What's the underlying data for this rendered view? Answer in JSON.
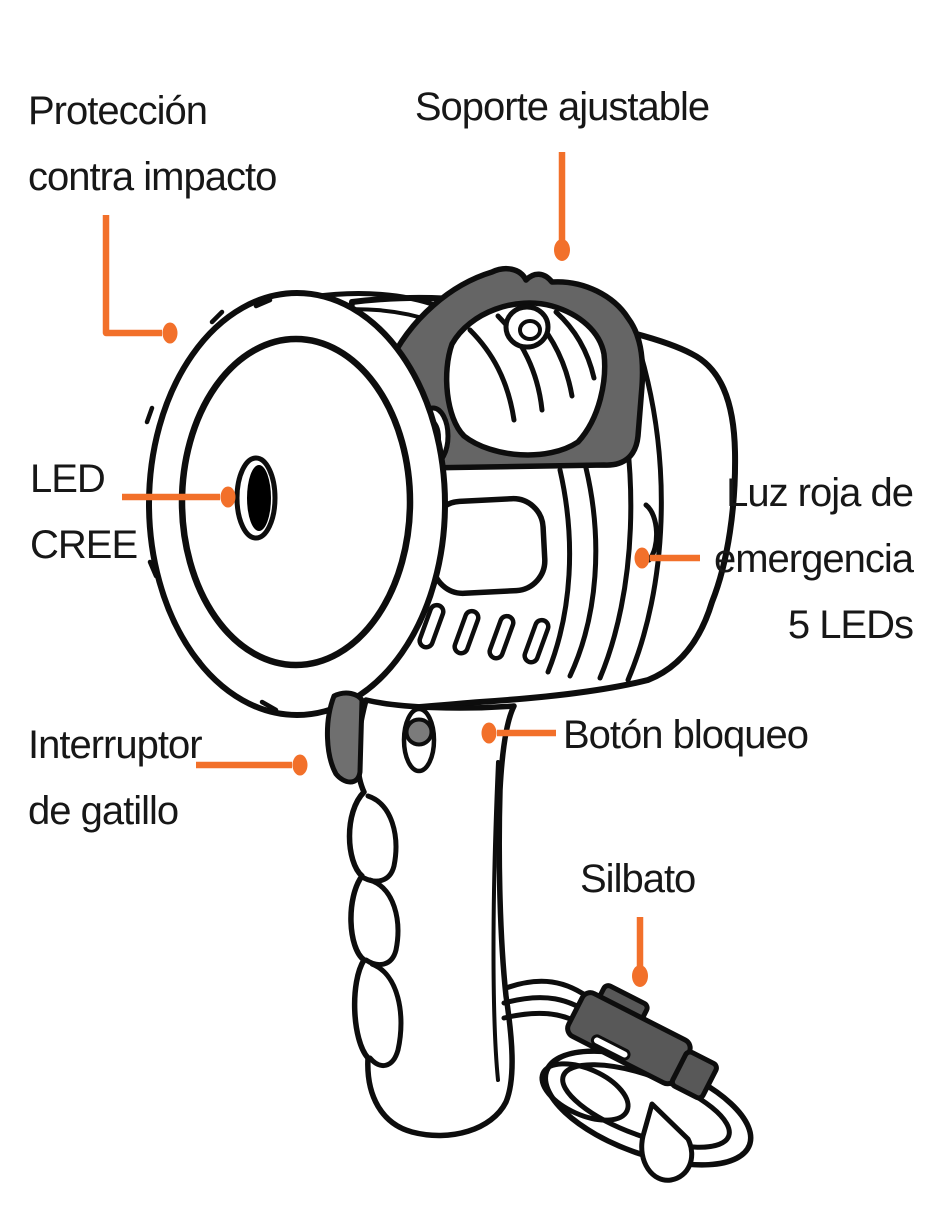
{
  "diagram": {
    "title": "Spotlight parts diagram",
    "background_color": "#ffffff",
    "accent_color": "#F2702A",
    "ink_color": "#0d0d0d",
    "gray_part_color": "#656565"
  },
  "labels": [
    {
      "id": "proteccion",
      "text": "Protección\ncontra impacto"
    },
    {
      "id": "soporte",
      "text": "Soporte ajustable"
    },
    {
      "id": "led",
      "text": "LED\nCREE"
    },
    {
      "id": "luz",
      "text": "Luz roja de\nemergencia\n5 LEDs"
    },
    {
      "id": "interruptor",
      "text": "Interruptor\nde gatillo"
    },
    {
      "id": "boton",
      "text": "Botón bloqueo"
    },
    {
      "id": "silbato",
      "text": "Silbato"
    }
  ]
}
